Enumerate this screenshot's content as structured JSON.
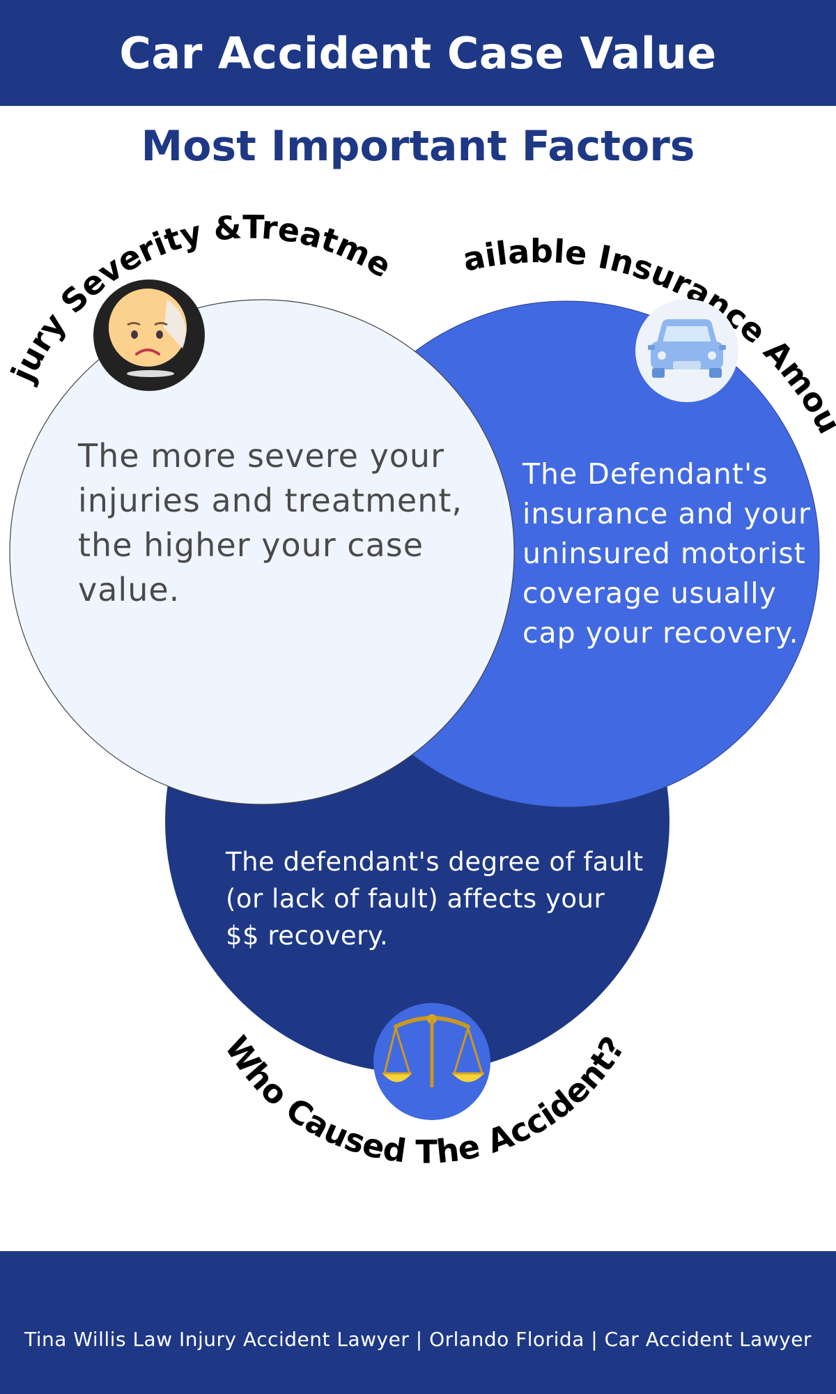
{
  "header": {
    "title": "Car Accident Case Value"
  },
  "subtitle": "Most Important Factors",
  "factors": [
    {
      "label": "Injury Severity &Treatment",
      "text": "The more severe your injuries and treatment, the higher your case value.",
      "icon": "sad-face-icon",
      "circle_color": "#eff5ff",
      "text_color": "#4a4a4a"
    },
    {
      "label": "Available Insurance Amount",
      "text": "The Defendant's insurance and your uninsured motorist coverage usually cap your recovery.",
      "icon": "car-icon",
      "circle_color": "#4169e1",
      "text_color": "#ffffff"
    },
    {
      "label": "Who Caused The Accident?",
      "text": "The defendant's degree of fault (or lack of fault) affects your $$ recovery.",
      "icon": "scales-of-justice-icon",
      "circle_color": "#1e3886",
      "text_color": "#ffffff"
    }
  ],
  "footer": {
    "text": "Tina Willis Law Injury Accident Lawyer | Orlando Florida | Car Accident Lawyer"
  },
  "colors": {
    "brand_navy": "#1e3886",
    "royal_blue": "#4169e1",
    "pale_blue": "#eff5ff",
    "scales_gold": "#d8a520"
  }
}
